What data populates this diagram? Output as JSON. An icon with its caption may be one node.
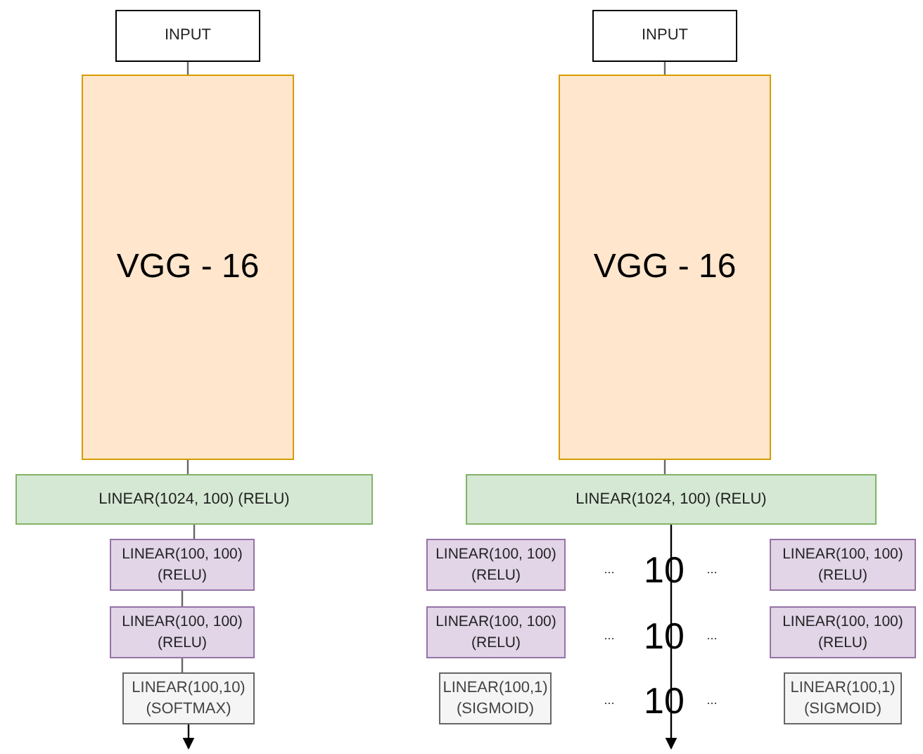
{
  "diagram": {
    "nodes": [
      {
        "text": [
          "INPUT"
        ]
      },
      {
        "text": [
          "VGG - 16"
        ]
      },
      {
        "text": [
          "LINEAR(1024, 100) (RELU)"
        ]
      },
      {
        "text": [
          "LINEAR(100, 100) (RELU)"
        ]
      },
      {
        "text": [
          "LINEAR(100, 100) (RELU)"
        ]
      },
      {
        "text": [
          "LINEAR(100,10) (SOFTMAX)"
        ]
      },
      {
        "text": [
          "INPUT"
        ]
      },
      {
        "text": [
          "VGG - 16"
        ]
      },
      {
        "text": [
          "LINEAR(1024, 100) (RELU)"
        ]
      },
      {
        "text": [
          "LINEAR(100, 100) (RELU)"
        ]
      },
      {
        "text": [
          "LINEAR(100, 100) (RELU)"
        ]
      },
      {
        "text": [
          "LINEAR(100, 100) (RELU)"
        ]
      },
      {
        "text": [
          "LINEAR(100, 100) (RELU)"
        ]
      },
      {
        "text": [
          "LINEAR(100,1) (SIGMOID)"
        ]
      },
      {
        "text": [
          "LINEAR(100,1) (SIGMOID)"
        ]
      }
    ],
    "edges": [
      {
        "from": 0,
        "to": 1,
        "arrow": "none"
      },
      {
        "from": 1,
        "to": 2,
        "arrow": "none"
      },
      {
        "from": 2,
        "to": 3,
        "arrow": "none"
      },
      {
        "from": 3,
        "to": 4,
        "arrow": "none"
      },
      {
        "from": 4,
        "to": 5,
        "arrow": "none"
      },
      {
        "from": 5,
        "to": null,
        "arrow": "to",
        "color": "#000000"
      },
      {
        "from": 6,
        "to": 7,
        "arrow": "none"
      },
      {
        "from": 7,
        "to": 8,
        "arrow": "none"
      },
      {
        "from": 8,
        "to": null,
        "arrow": "to",
        "color": "#000000"
      }
    ],
    "labels": [
      "...",
      "10",
      "...",
      "...",
      "10",
      "...",
      "...",
      "10",
      "..."
    ]
  }
}
